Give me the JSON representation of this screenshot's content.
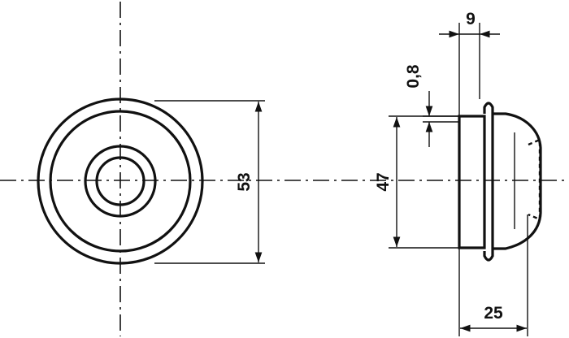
{
  "drawing": {
    "dimensions": {
      "face_diameter": "53",
      "body_diameter": "47",
      "flange_thickness": "0,8",
      "cap_offset": "9",
      "overall_length": "25"
    }
  }
}
